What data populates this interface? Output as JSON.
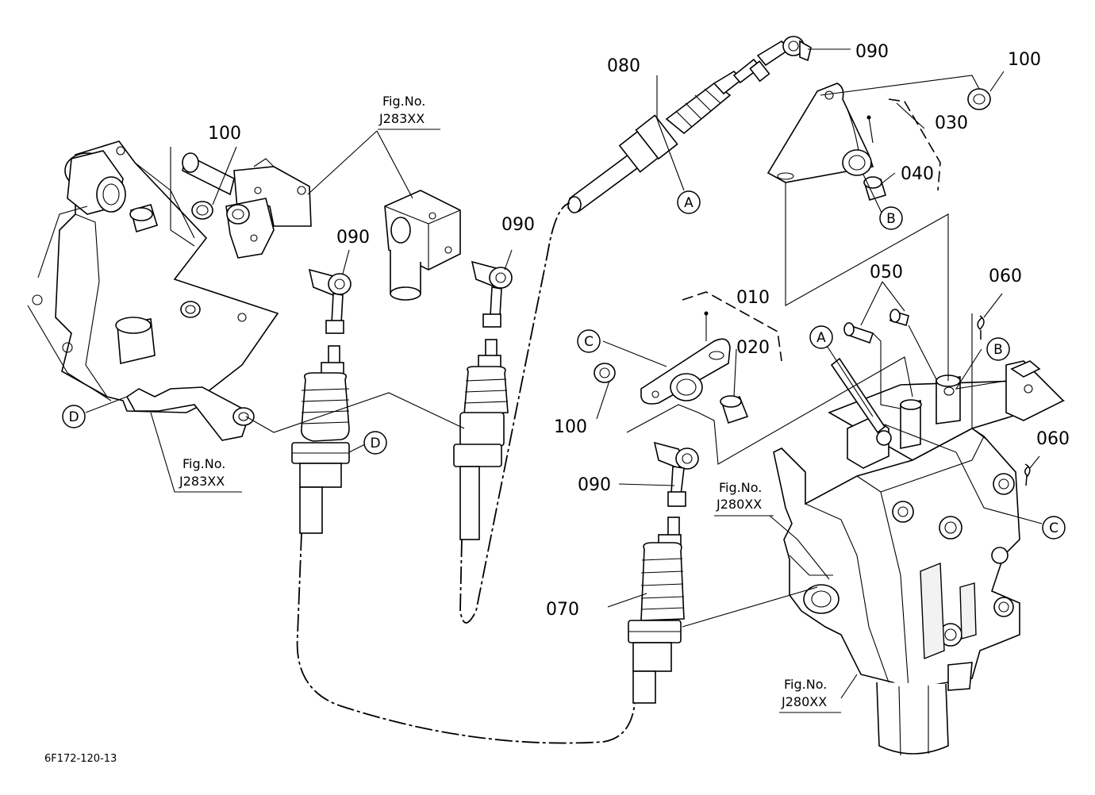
{
  "diagram": {
    "drawing_code": "6F172-120-13",
    "part_numbers": {
      "p010": "010",
      "p020": "020",
      "p030": "030",
      "p040": "040",
      "p050": "050",
      "p060": "060",
      "p070": "070",
      "p080": "080",
      "p090": "090",
      "p100": "100"
    },
    "fig_label": "Fig.No.",
    "fig_refs": {
      "j283": "J283XX",
      "j280": "J280XX"
    },
    "ref_letters": {
      "a": "A",
      "b": "B",
      "c": "C",
      "d": "D"
    }
  }
}
